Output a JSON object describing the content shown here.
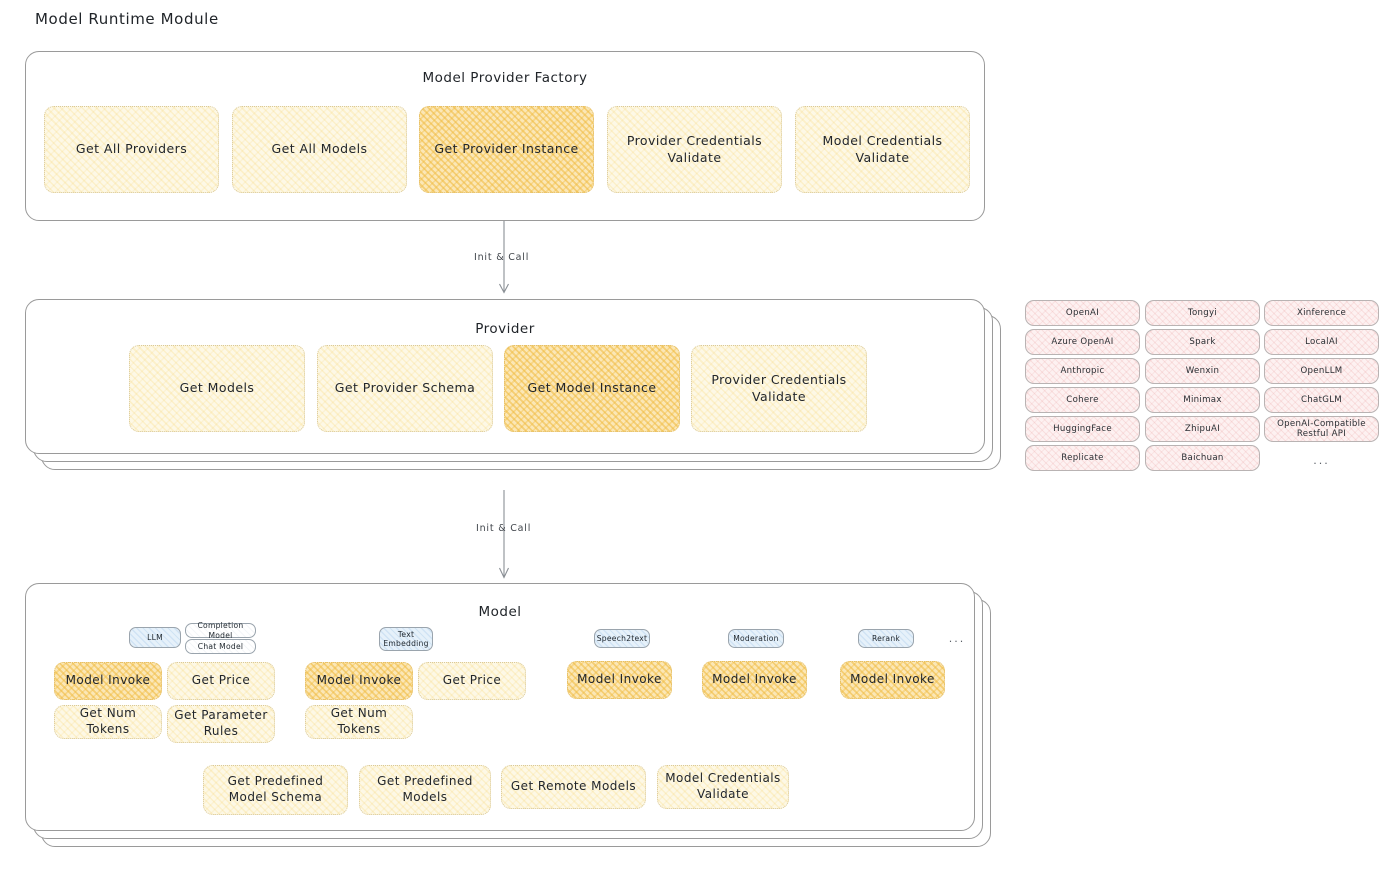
{
  "page": {
    "title": "Model Runtime Module"
  },
  "factory": {
    "title": "Model Provider Factory",
    "methods": [
      {
        "label": "Get All Providers",
        "highlight": false
      },
      {
        "label": "Get All Models",
        "highlight": false
      },
      {
        "label": "Get Provider Instance",
        "highlight": true
      },
      {
        "label": "Provider Credentials Validate",
        "highlight": false
      },
      {
        "label": "Model Credentials Validate",
        "highlight": false
      }
    ]
  },
  "arrow1": {
    "label": "Init & Call"
  },
  "provider": {
    "title": "Provider",
    "methods": [
      {
        "label": "Get Models",
        "highlight": false
      },
      {
        "label": "Get Provider Schema",
        "highlight": false
      },
      {
        "label": "Get Model Instance",
        "highlight": true
      },
      {
        "label": "Provider Credentials Validate",
        "highlight": false
      }
    ]
  },
  "provider_list": {
    "column1": [
      "OpenAI",
      "Azure OpenAI",
      "Anthropic",
      "Cohere",
      "HuggingFace",
      "Replicate"
    ],
    "column2": [
      "Tongyi",
      "Spark",
      "Wenxin",
      "Minimax",
      "ZhipuAI",
      "Baichuan"
    ],
    "column3": [
      "Xinference",
      "LocalAI",
      "OpenLLM",
      "ChatGLM",
      "OpenAI-Compatible Restful API"
    ],
    "more": "..."
  },
  "arrow2": {
    "label": "Init & Call"
  },
  "model": {
    "title": "Model",
    "more": "...",
    "badges": [
      {
        "label": "LLM",
        "style": "blue"
      },
      {
        "label": "Completion Model",
        "style": "plain"
      },
      {
        "label": "Chat Model",
        "style": "plain"
      },
      {
        "label": "Text Embedding",
        "style": "blue"
      },
      {
        "label": "Speech2text",
        "style": "blue"
      },
      {
        "label": "Moderation",
        "style": "blue"
      },
      {
        "label": "Rerank",
        "style": "blue"
      }
    ],
    "groups": [
      {
        "type": "LLM",
        "methods": [
          {
            "label": "Model Invoke",
            "highlight": true
          },
          {
            "label": "Get Price",
            "highlight": false
          },
          {
            "label": "Get Num Tokens",
            "highlight": false
          },
          {
            "label": "Get Parameter Rules",
            "highlight": false
          }
        ]
      },
      {
        "type": "Text Embedding",
        "methods": [
          {
            "label": "Model Invoke",
            "highlight": true
          },
          {
            "label": "Get Price",
            "highlight": false
          },
          {
            "label": "Get Num Tokens",
            "highlight": false
          }
        ]
      },
      {
        "type": "Speech2text",
        "methods": [
          {
            "label": "Model Invoke",
            "highlight": true
          }
        ]
      },
      {
        "type": "Moderation",
        "methods": [
          {
            "label": "Model Invoke",
            "highlight": true
          }
        ]
      },
      {
        "type": "Rerank",
        "methods": [
          {
            "label": "Model Invoke",
            "highlight": true
          }
        ]
      }
    ],
    "common_methods": [
      {
        "label": "Get Predefined Model Schema",
        "highlight": false
      },
      {
        "label": "Get Predefined Models",
        "highlight": false
      },
      {
        "label": "Get Remote Models",
        "highlight": false
      },
      {
        "label": "Model Credentials Validate",
        "highlight": false
      }
    ]
  },
  "colors": {
    "highlight_fill": "#fbe7b6",
    "light_fill": "#fdf8e6",
    "tag_fill": "#fdf1f1",
    "badge_fill": "#e6f1fa",
    "stroke": "#9a9a9a"
  }
}
